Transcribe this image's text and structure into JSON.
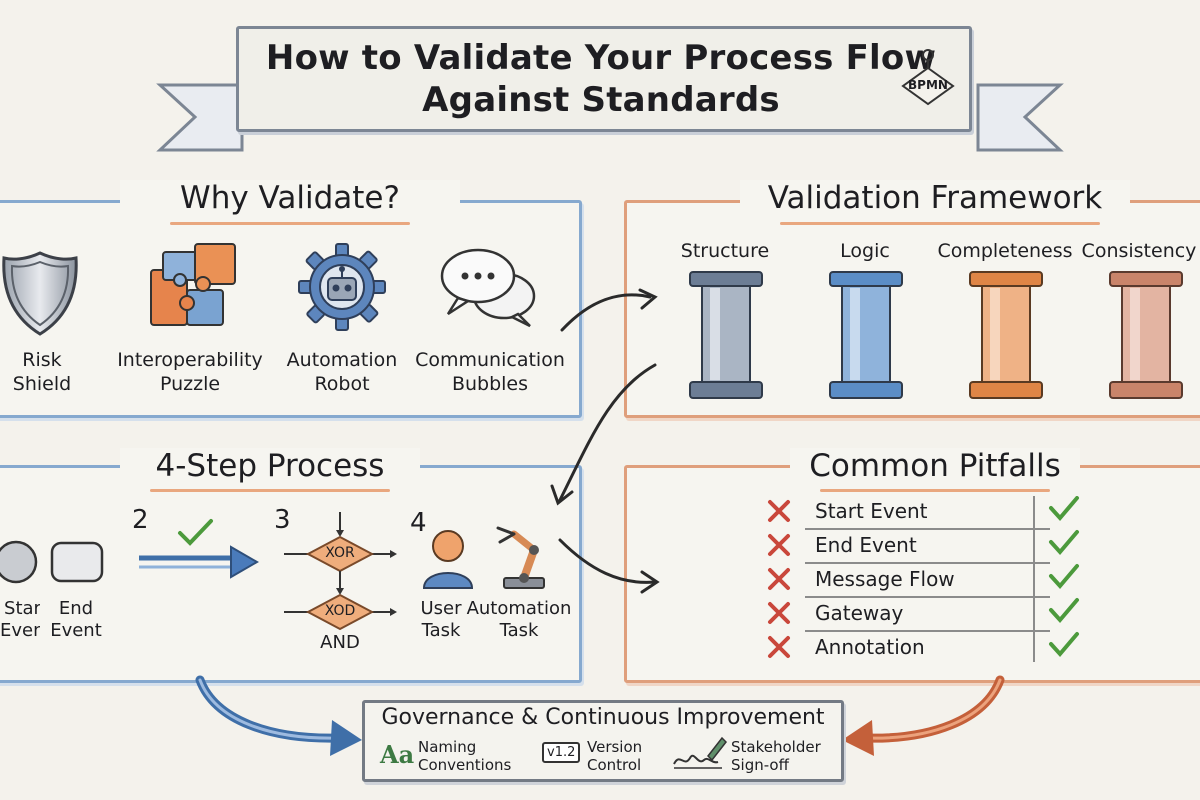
{
  "header": {
    "title_line1": "How to Validate Your Process Flow",
    "title_line2": "Against Standards",
    "badge": "BPMN"
  },
  "why": {
    "title": "Why Validate?",
    "items": [
      {
        "label_line1": "Risk",
        "label_line2": "Shield",
        "icon": "shield-icon"
      },
      {
        "label_line1": "Interoperability",
        "label_line2": "Puzzle",
        "icon": "puzzle-icon"
      },
      {
        "label_line1": "Automation",
        "label_line2": "Robot",
        "icon": "robot-gear-icon"
      },
      {
        "label_line1": "Communication",
        "label_line2": "Bubbles",
        "icon": "speech-bubbles-icon"
      }
    ]
  },
  "framework": {
    "title": "Validation Framework",
    "pillars": [
      {
        "label": "Structure",
        "color": "#7d8da3"
      },
      {
        "label": "Logic",
        "color": "#6f9ccc"
      },
      {
        "label": "Completeness",
        "color": "#e3915b"
      },
      {
        "label": "Consistency",
        "color": "#d39a85"
      }
    ]
  },
  "steps": {
    "title": "4-Step Process",
    "numbers": [
      "2",
      "3",
      "4"
    ],
    "events": {
      "start_line1": "Start",
      "start_line2": "Event",
      "end_line1": "End",
      "end_line2": "Event"
    },
    "gateways": {
      "top": "XOR",
      "bottom": "XOD",
      "and_label": "AND"
    },
    "tasks": {
      "user_line1": "User",
      "user_line2": "Task",
      "auto_line1": "Automation",
      "auto_line2": "Task"
    }
  },
  "pitfalls": {
    "title": "Common Pitfalls",
    "rows": [
      "Start Event",
      "End Event",
      "Message Flow",
      "Gateway",
      "Annotation"
    ]
  },
  "governance": {
    "title": "Governance & Continuous Improvement",
    "items": [
      {
        "glyph": "Aa",
        "line1": "Naming",
        "line2": "Conventions"
      },
      {
        "glyph": "v1.2",
        "line1": "Version",
        "line2": "Control"
      },
      {
        "glyph": "",
        "line1": "Stakeholder",
        "line2": "Sign-off"
      }
    ]
  },
  "colors": {
    "blue": "#86a9cf",
    "orange": "#df9f7c",
    "check": "#4c9a3c",
    "cross": "#c9473b"
  }
}
